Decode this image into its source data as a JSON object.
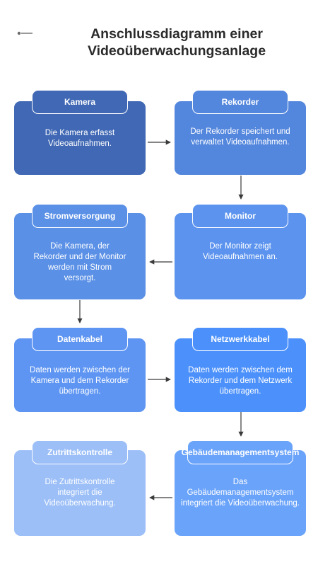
{
  "title": "Anschlussdiagramm einer Videoüberwachungsanlage",
  "title_lines": [
    "Anschlussdiagramm einer",
    "Videoüberwachungsanlage"
  ],
  "icons": {
    "logo": "small-logo-icon"
  },
  "colors": {
    "step1": "#4068b4",
    "step2": "#5386dd",
    "step3": "#5a90e6",
    "step4": "#5b93ee",
    "step5": "#5e95f2",
    "step6": "#4c91fb",
    "step7": "#6aa3fa",
    "step8": "#9cbff8",
    "arrow": "#3a3a3a"
  },
  "nodes": [
    {
      "id": "kamera",
      "title": "Kamera",
      "description": "Die Kamera erfasst Videoaufnahmen."
    },
    {
      "id": "rekorder",
      "title": "Rekorder",
      "description": "Der Rekorder speichert und verwaltet Videoaufnahmen."
    },
    {
      "id": "monitor",
      "title": "Monitor",
      "description": "Der Monitor zeigt Videoaufnahmen an."
    },
    {
      "id": "stromversorgung",
      "title": "Stromversorgung",
      "description": "Die Kamera, der Rekorder und der Monitor werden mit Strom versorgt."
    },
    {
      "id": "datenkabel",
      "title": "Datenkabel",
      "description": "Daten werden zwischen der Kamera und dem Rekorder übertragen."
    },
    {
      "id": "netzwerkkabel",
      "title": "Netzwerkkabel",
      "description": "Daten werden zwischen dem Rekorder und dem Netzwerk übertragen."
    },
    {
      "id": "gebaeude",
      "title": "Gebäudemanagementsystem",
      "description": "Das Gebäudemanagementsystem integriert die Videoüberwachung."
    },
    {
      "id": "zutritt",
      "title": "Zutrittskontrolle",
      "description": "Die Zutrittskontrolle integriert die Videoüberwachung."
    }
  ],
  "edges": [
    {
      "from": "kamera",
      "to": "rekorder"
    },
    {
      "from": "rekorder",
      "to": "monitor"
    },
    {
      "from": "monitor",
      "to": "stromversorgung"
    },
    {
      "from": "stromversorgung",
      "to": "datenkabel"
    },
    {
      "from": "datenkabel",
      "to": "netzwerkkabel"
    },
    {
      "from": "netzwerkkabel",
      "to": "gebaeude"
    },
    {
      "from": "gebaeude",
      "to": "zutritt"
    }
  ]
}
